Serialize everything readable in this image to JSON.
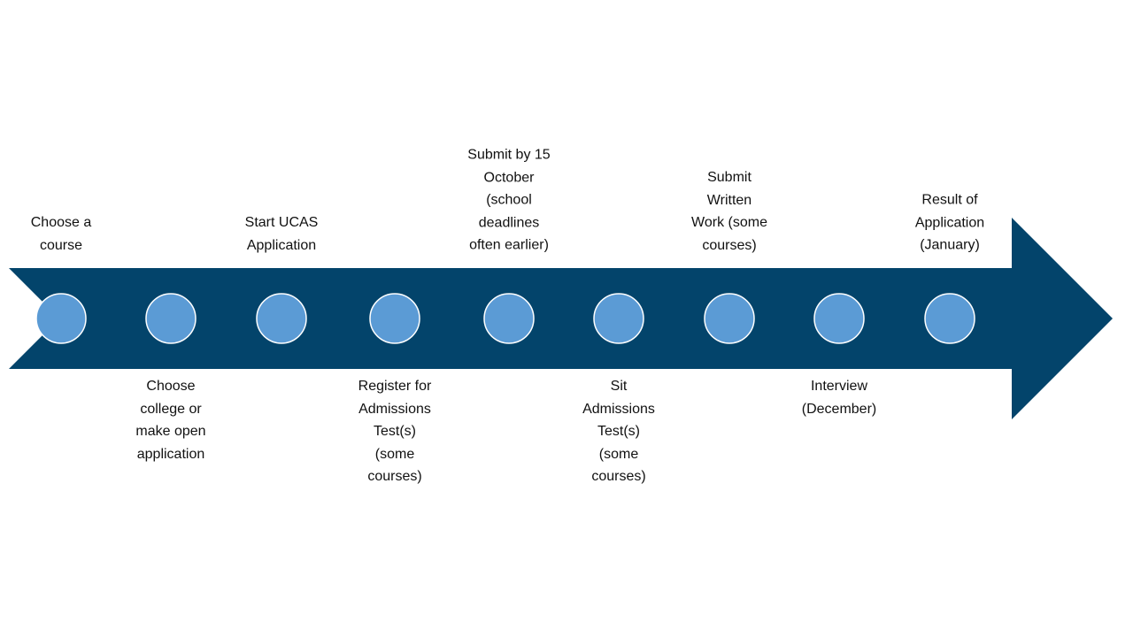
{
  "colors": {
    "arrow": "#03446B",
    "node_fill": "#5B9BD5",
    "node_stroke": "#FFFFFF",
    "text": "#111111",
    "background": "#FFFFFF"
  },
  "steps": [
    {
      "label": "Choose  a\ncourse",
      "position": "above"
    },
    {
      "label": "Choose\ncollege or\nmake open\napplication",
      "position": "below"
    },
    {
      "label": "Start UCAS\nApplication",
      "position": "above"
    },
    {
      "label": "Register for\nAdmissions\nTest(s)\n(some\ncourses)",
      "position": "below"
    },
    {
      "label": "Submit by 15\nOctober\n(school\ndeadlines\noften earlier)",
      "position": "above"
    },
    {
      "label": "Sit\nAdmissions\nTest(s)\n(some\ncourses)",
      "position": "below"
    },
    {
      "label": "Submit\nWritten\nWork (some\ncourses)",
      "position": "above"
    },
    {
      "label": "Interview\n(December)",
      "position": "below"
    },
    {
      "label": "Result of\nApplication\n(January)",
      "position": "above"
    }
  ]
}
